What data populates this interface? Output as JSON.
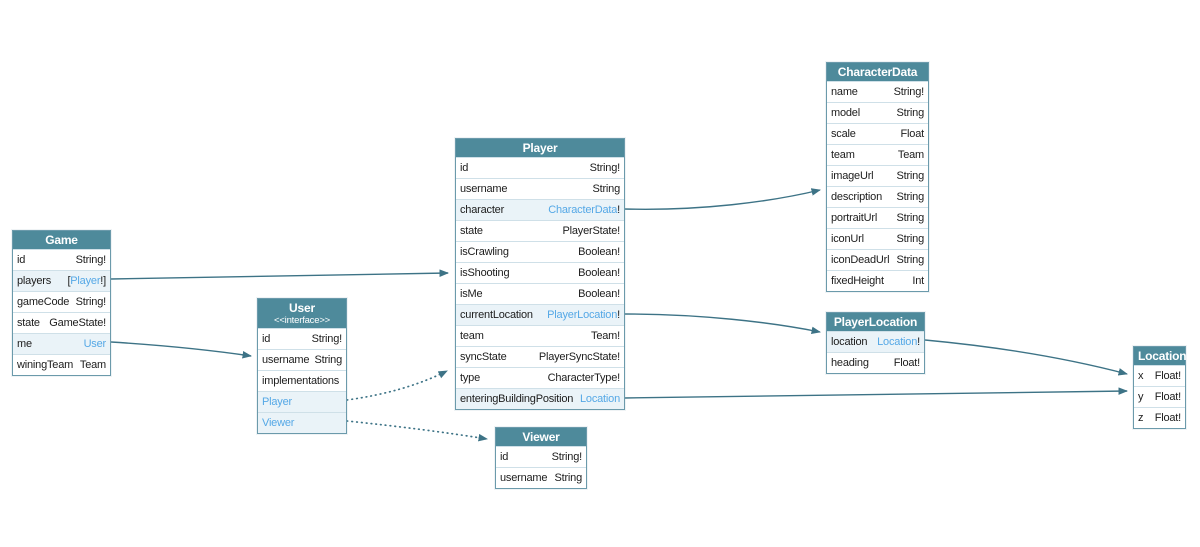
{
  "diagram": {
    "kind": "graphql-schema-type-diagram",
    "colors": {
      "header_bg": "#4e8a9b",
      "link": "#55a8e6",
      "arrow": "#3d7386",
      "row_highlight": "#eaf3f8",
      "border": "#6b9aab"
    },
    "tables": [
      {
        "id": "game",
        "title": "Game",
        "subtitle": "",
        "fields": [
          {
            "name": "id",
            "type_segments": [
              {
                "text": "String!",
                "link": false
              }
            ]
          },
          {
            "name": "players",
            "type_segments": [
              {
                "text": "[",
                "link": false
              },
              {
                "text": "Player",
                "link": true
              },
              {
                "text": "!]",
                "link": false
              }
            ]
          },
          {
            "name": "gameCode",
            "type_segments": [
              {
                "text": "String!",
                "link": false
              }
            ]
          },
          {
            "name": "state",
            "type_segments": [
              {
                "text": "GameState!",
                "link": false
              }
            ]
          },
          {
            "name": "me",
            "type_segments": [
              {
                "text": "User",
                "link": true
              }
            ]
          },
          {
            "name": "winingTeam",
            "type_segments": [
              {
                "text": "Team",
                "link": false
              }
            ]
          }
        ]
      },
      {
        "id": "user",
        "title": "User",
        "subtitle": "<<interface>>",
        "fields": [
          {
            "name": "id",
            "type_segments": [
              {
                "text": "String!",
                "link": false
              }
            ]
          },
          {
            "name": "username",
            "type_segments": [
              {
                "text": "String",
                "link": false
              }
            ]
          },
          {
            "name": "implementations",
            "type_segments": []
          },
          {
            "name": "Player",
            "name_is_link": true,
            "type_segments": []
          },
          {
            "name": "Viewer",
            "name_is_link": true,
            "type_segments": []
          }
        ]
      },
      {
        "id": "player",
        "title": "Player",
        "subtitle": "",
        "fields": [
          {
            "name": "id",
            "type_segments": [
              {
                "text": "String!",
                "link": false
              }
            ]
          },
          {
            "name": "username",
            "type_segments": [
              {
                "text": "String",
                "link": false
              }
            ]
          },
          {
            "name": "character",
            "type_segments": [
              {
                "text": "CharacterData",
                "link": true
              },
              {
                "text": "!",
                "link": false
              }
            ]
          },
          {
            "name": "state",
            "type_segments": [
              {
                "text": "PlayerState!",
                "link": false
              }
            ]
          },
          {
            "name": "isCrawling",
            "type_segments": [
              {
                "text": "Boolean!",
                "link": false
              }
            ]
          },
          {
            "name": "isShooting",
            "type_segments": [
              {
                "text": "Boolean!",
                "link": false
              }
            ]
          },
          {
            "name": "isMe",
            "type_segments": [
              {
                "text": "Boolean!",
                "link": false
              }
            ]
          },
          {
            "name": "currentLocation",
            "type_segments": [
              {
                "text": "PlayerLocation",
                "link": true
              },
              {
                "text": "!",
                "link": false
              }
            ]
          },
          {
            "name": "team",
            "type_segments": [
              {
                "text": "Team!",
                "link": false
              }
            ]
          },
          {
            "name": "syncState",
            "type_segments": [
              {
                "text": "PlayerSyncState!",
                "link": false
              }
            ]
          },
          {
            "name": "type",
            "type_segments": [
              {
                "text": "CharacterType!",
                "link": false
              }
            ]
          },
          {
            "name": "enteringBuildingPosition",
            "type_segments": [
              {
                "text": "Location",
                "link": true
              }
            ]
          }
        ]
      },
      {
        "id": "characterdata",
        "title": "CharacterData",
        "subtitle": "",
        "fields": [
          {
            "name": "name",
            "type_segments": [
              {
                "text": "String!",
                "link": false
              }
            ]
          },
          {
            "name": "model",
            "type_segments": [
              {
                "text": "String",
                "link": false
              }
            ]
          },
          {
            "name": "scale",
            "type_segments": [
              {
                "text": "Float",
                "link": false
              }
            ]
          },
          {
            "name": "team",
            "type_segments": [
              {
                "text": "Team",
                "link": false
              }
            ]
          },
          {
            "name": "imageUrl",
            "type_segments": [
              {
                "text": "String",
                "link": false
              }
            ]
          },
          {
            "name": "description",
            "type_segments": [
              {
                "text": "String",
                "link": false
              }
            ]
          },
          {
            "name": "portraitUrl",
            "type_segments": [
              {
                "text": "String",
                "link": false
              }
            ]
          },
          {
            "name": "iconUrl",
            "type_segments": [
              {
                "text": "String",
                "link": false
              }
            ]
          },
          {
            "name": "iconDeadUrl",
            "type_segments": [
              {
                "text": "String",
                "link": false
              }
            ]
          },
          {
            "name": "fixedHeight",
            "type_segments": [
              {
                "text": "Int",
                "link": false
              }
            ]
          }
        ]
      },
      {
        "id": "playerlocation",
        "title": "PlayerLocation",
        "subtitle": "",
        "fields": [
          {
            "name": "location",
            "type_segments": [
              {
                "text": "Location",
                "link": true
              },
              {
                "text": "!",
                "link": false
              }
            ]
          },
          {
            "name": "heading",
            "type_segments": [
              {
                "text": "Float!",
                "link": false
              }
            ]
          }
        ]
      },
      {
        "id": "viewer",
        "title": "Viewer",
        "subtitle": "",
        "fields": [
          {
            "name": "id",
            "type_segments": [
              {
                "text": "String!",
                "link": false
              }
            ]
          },
          {
            "name": "username",
            "type_segments": [
              {
                "text": "String",
                "link": false
              }
            ]
          }
        ]
      },
      {
        "id": "location",
        "title": "Location",
        "subtitle": "",
        "fields": [
          {
            "name": "x",
            "type_segments": [
              {
                "text": "Float!",
                "link": false
              }
            ]
          },
          {
            "name": "y",
            "type_segments": [
              {
                "text": "Float!",
                "link": false
              }
            ]
          },
          {
            "name": "z",
            "type_segments": [
              {
                "text": "Float!",
                "link": false
              }
            ]
          }
        ]
      }
    ],
    "edges": [
      {
        "from": "Game.players",
        "to": "Player",
        "style": "solid"
      },
      {
        "from": "Game.me",
        "to": "User",
        "style": "solid"
      },
      {
        "from": "User.Player",
        "to": "Player",
        "style": "dotted"
      },
      {
        "from": "User.Viewer",
        "to": "Viewer",
        "style": "dotted"
      },
      {
        "from": "Player.character",
        "to": "CharacterData",
        "style": "solid"
      },
      {
        "from": "Player.currentLocation",
        "to": "PlayerLocation",
        "style": "solid"
      },
      {
        "from": "PlayerLocation.location",
        "to": "Location",
        "style": "solid"
      },
      {
        "from": "Player.enteringBuildingPosition",
        "to": "Location",
        "style": "solid"
      }
    ]
  }
}
